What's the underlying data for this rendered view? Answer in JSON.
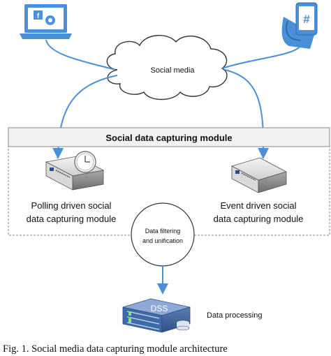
{
  "diagram": {
    "cloud_label": "Social media",
    "module_title": "Social data capturing module",
    "polling_label_line1": "Polling driven social",
    "polling_label_line2": "data capturing module",
    "event_label_line1": "Event driven social",
    "event_label_line2": "data capturing module",
    "filter_label_line1": "Data filtering",
    "filter_label_line2": "and unification",
    "dss_label": "DSS",
    "processing_label": "Data processing",
    "caption": "Fig. 1. Social media data capturing module architecture"
  },
  "icons": {
    "laptop": "laptop-icon",
    "phone": "hand-phone-icon",
    "cloud": "cloud-icon",
    "polling_device": "server-clock-icon",
    "event_device": "server-box-icon",
    "dss_server": "server-rack-icon"
  },
  "colors": {
    "accent_blue": "#4a90d9",
    "dark_blue": "#2b6cb0",
    "box_border": "#888888",
    "title_bar": "#f2f2f2"
  }
}
